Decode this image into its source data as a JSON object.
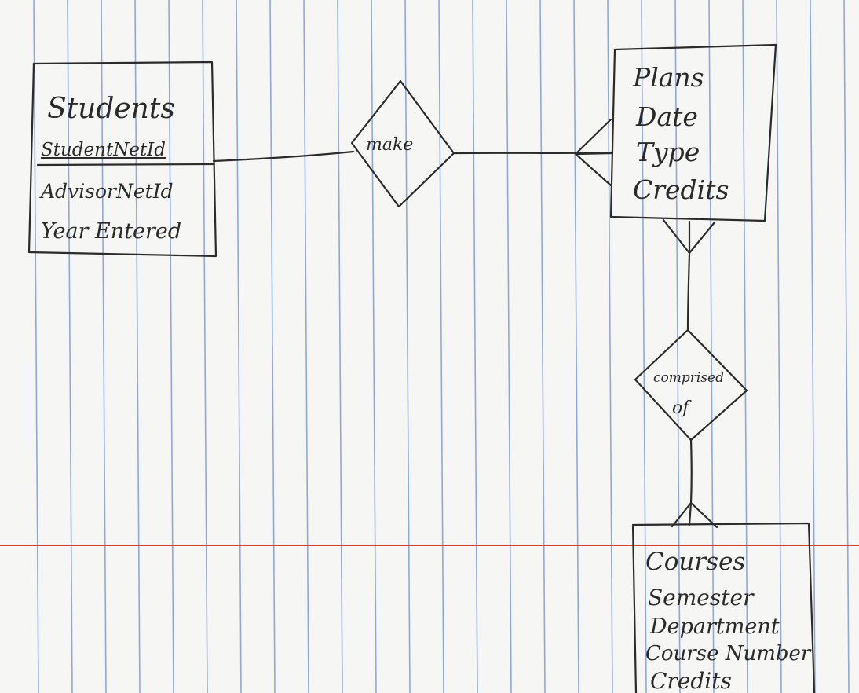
{
  "paper": {
    "rule_color": "#8fa8dc",
    "margin_color": "#d9442a",
    "ink_color": "#2b2b2b"
  },
  "entities": {
    "students": {
      "name": "Students",
      "key": "StudentNetId",
      "attributes": [
        "AdvisorNetId",
        "Year Entered"
      ]
    },
    "plans": {
      "name": "Plans",
      "attributes": [
        "Date",
        "Type",
        "Credits"
      ]
    },
    "courses": {
      "name": "Courses",
      "attributes": [
        "Semester",
        "Department",
        "Course Number",
        "Credits"
      ]
    }
  },
  "relationships": {
    "make": {
      "label": "make"
    },
    "comprised_of": {
      "line1": "comprised",
      "line2": "of"
    }
  }
}
